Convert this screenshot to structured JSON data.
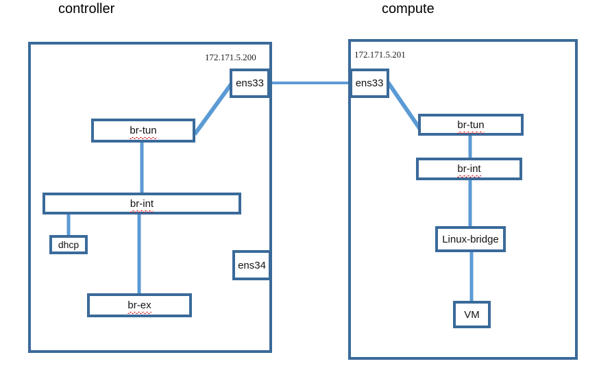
{
  "diagram": {
    "title_left": "controller",
    "title_right": "compute",
    "accent_border": "#3a6a9a",
    "accent_wire": "#5b9bd5",
    "background": "#ffffff"
  },
  "controller": {
    "title": "controller",
    "ip": "172.171.5.200",
    "nodes": {
      "ens33": "ens33",
      "ens34": "ens34",
      "br_tun": "br-tun",
      "br_int": "br-int",
      "dhcp": "dhcp",
      "br_ex": "br-ex"
    }
  },
  "compute": {
    "title": "compute",
    "ip": "172.171.5.201",
    "nodes": {
      "ens33": "ens33",
      "br_tun": "br-tun",
      "br_int": "br-int",
      "linux_bridge": "Linux-bridge",
      "vm": "VM"
    }
  },
  "links": [
    {
      "from": "controller.ens33",
      "to": "compute.ens33"
    },
    {
      "from": "controller.ens33",
      "to": "controller.br-tun"
    },
    {
      "from": "controller.br-tun",
      "to": "controller.br-int"
    },
    {
      "from": "controller.br-int",
      "to": "controller.dhcp"
    },
    {
      "from": "controller.br-int",
      "to": "controller.br-ex"
    },
    {
      "from": "compute.ens33",
      "to": "compute.br-tun"
    },
    {
      "from": "compute.br-tun",
      "to": "compute.br-int"
    },
    {
      "from": "compute.br-int",
      "to": "compute.linux-bridge"
    },
    {
      "from": "compute.linux-bridge",
      "to": "compute.vm"
    }
  ]
}
